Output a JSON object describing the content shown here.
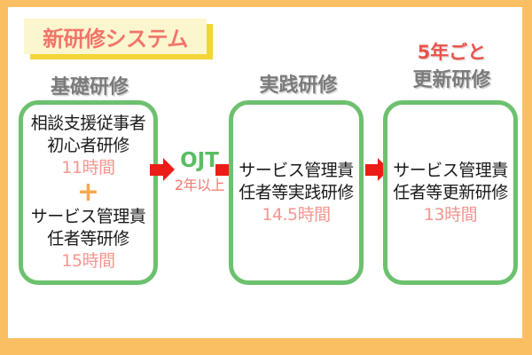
{
  "frame": {
    "border_color": "#FBBF63",
    "background": "#FFFFFF"
  },
  "title": {
    "text": "新研修システム",
    "text_color": "#F2756B",
    "band_color": "#FCF6CE",
    "shadow_color": "#F2D636"
  },
  "columns": [
    {
      "id": "basic",
      "header": "基礎研修",
      "header_color": "#7B7B7B",
      "subheader": null
    },
    {
      "id": "practical",
      "header": "実践研修",
      "header_color": "#7B7B7B",
      "subheader": null
    },
    {
      "id": "renewal",
      "header": "更新研修",
      "header_color": "#7B7B7B",
      "subheader": "5年ごと",
      "subheader_color": "#E8534C"
    }
  ],
  "boxes": [
    {
      "id": "basic-box",
      "border_color": "#6CC16E",
      "entries": [
        {
          "lines": [
            "相談支援従事者",
            "初心者研修"
          ],
          "hours": "11時間"
        },
        {
          "connector": "+",
          "connector_color": "#F5A94E"
        },
        {
          "lines": [
            "サービス管理責",
            "任者等研修"
          ],
          "hours": "15時間"
        }
      ]
    },
    {
      "id": "practical-box",
      "border_color": "#6CC16E",
      "entries": [
        {
          "lines": [
            "サービス管理責",
            "任者等実践研修"
          ],
          "hours": "14.5時間"
        }
      ]
    },
    {
      "id": "renewal-box",
      "border_color": "#6CC16E",
      "entries": [
        {
          "lines": [
            "サービス管理責",
            "任者等更新研修"
          ],
          "hours": "13時間"
        }
      ]
    }
  ],
  "ojt": {
    "label": "OJT",
    "label_color": "#59BE62",
    "duration": "2年以上",
    "duration_color": "#F4796F"
  },
  "arrows": {
    "color": "#EC1C16",
    "count": 3
  }
}
